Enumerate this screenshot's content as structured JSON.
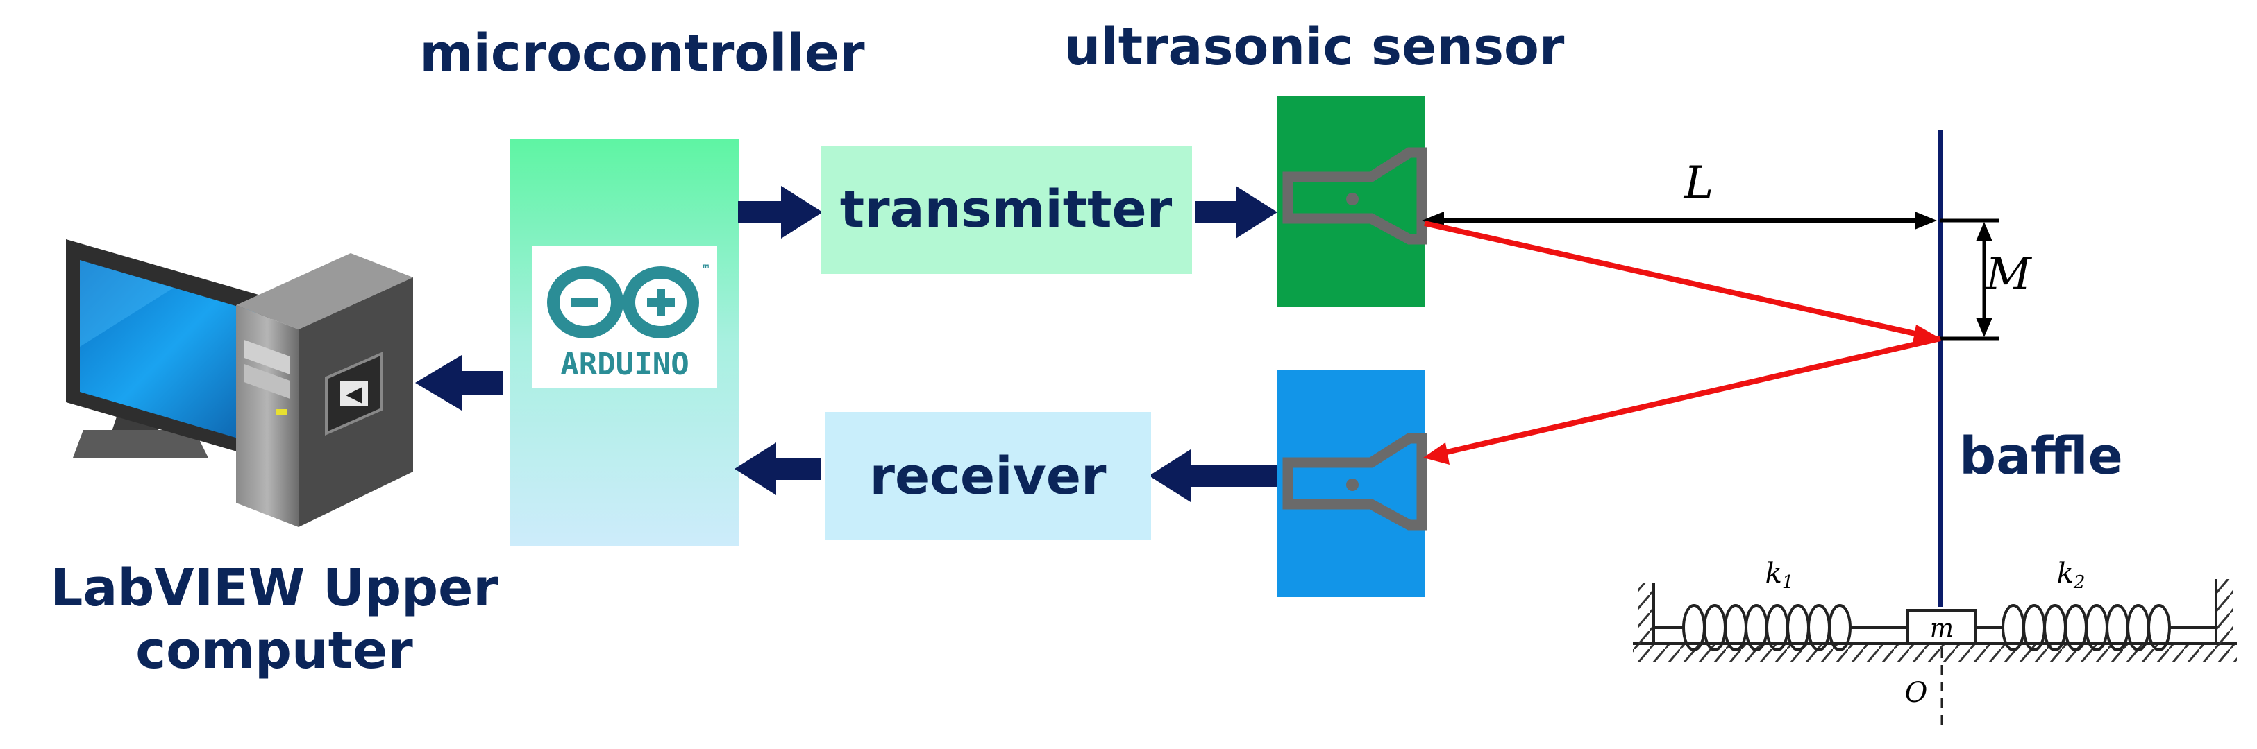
{
  "labels": {
    "microcontroller": "microcontroller",
    "ultrasonic_sensor": "ultrasonic sensor",
    "transmitter": "transmitter",
    "receiver": "receiver",
    "baffle": "baffle",
    "computer_line1": "LabVIEW Upper",
    "computer_line2": "computer",
    "arduino": "ARDUINO",
    "tm": "™"
  },
  "symbols": {
    "distance": "L",
    "amplitude": "M",
    "mass": "m",
    "spring1": "k",
    "spring1_sub": "1",
    "spring2": "k",
    "spring2_sub": "2",
    "origin": "O"
  },
  "colors": {
    "text": "#0b2559",
    "arrow": "#0b1c5a",
    "signal": "#ee1111",
    "transmitter_box": "#b3f8d3",
    "receiver_box": "#c9eefb",
    "transmitter_sensor": "#0aa048",
    "receiver_sensor": "#1295e8",
    "baffle_line": "#0b1c6a",
    "arduino_teal": "#2b8d96"
  },
  "icons": [
    "computer-icon",
    "arduino-logo-icon",
    "transmitter-probe-icon",
    "receiver-probe-icon",
    "spring-icon",
    "mass-block-icon"
  ]
}
